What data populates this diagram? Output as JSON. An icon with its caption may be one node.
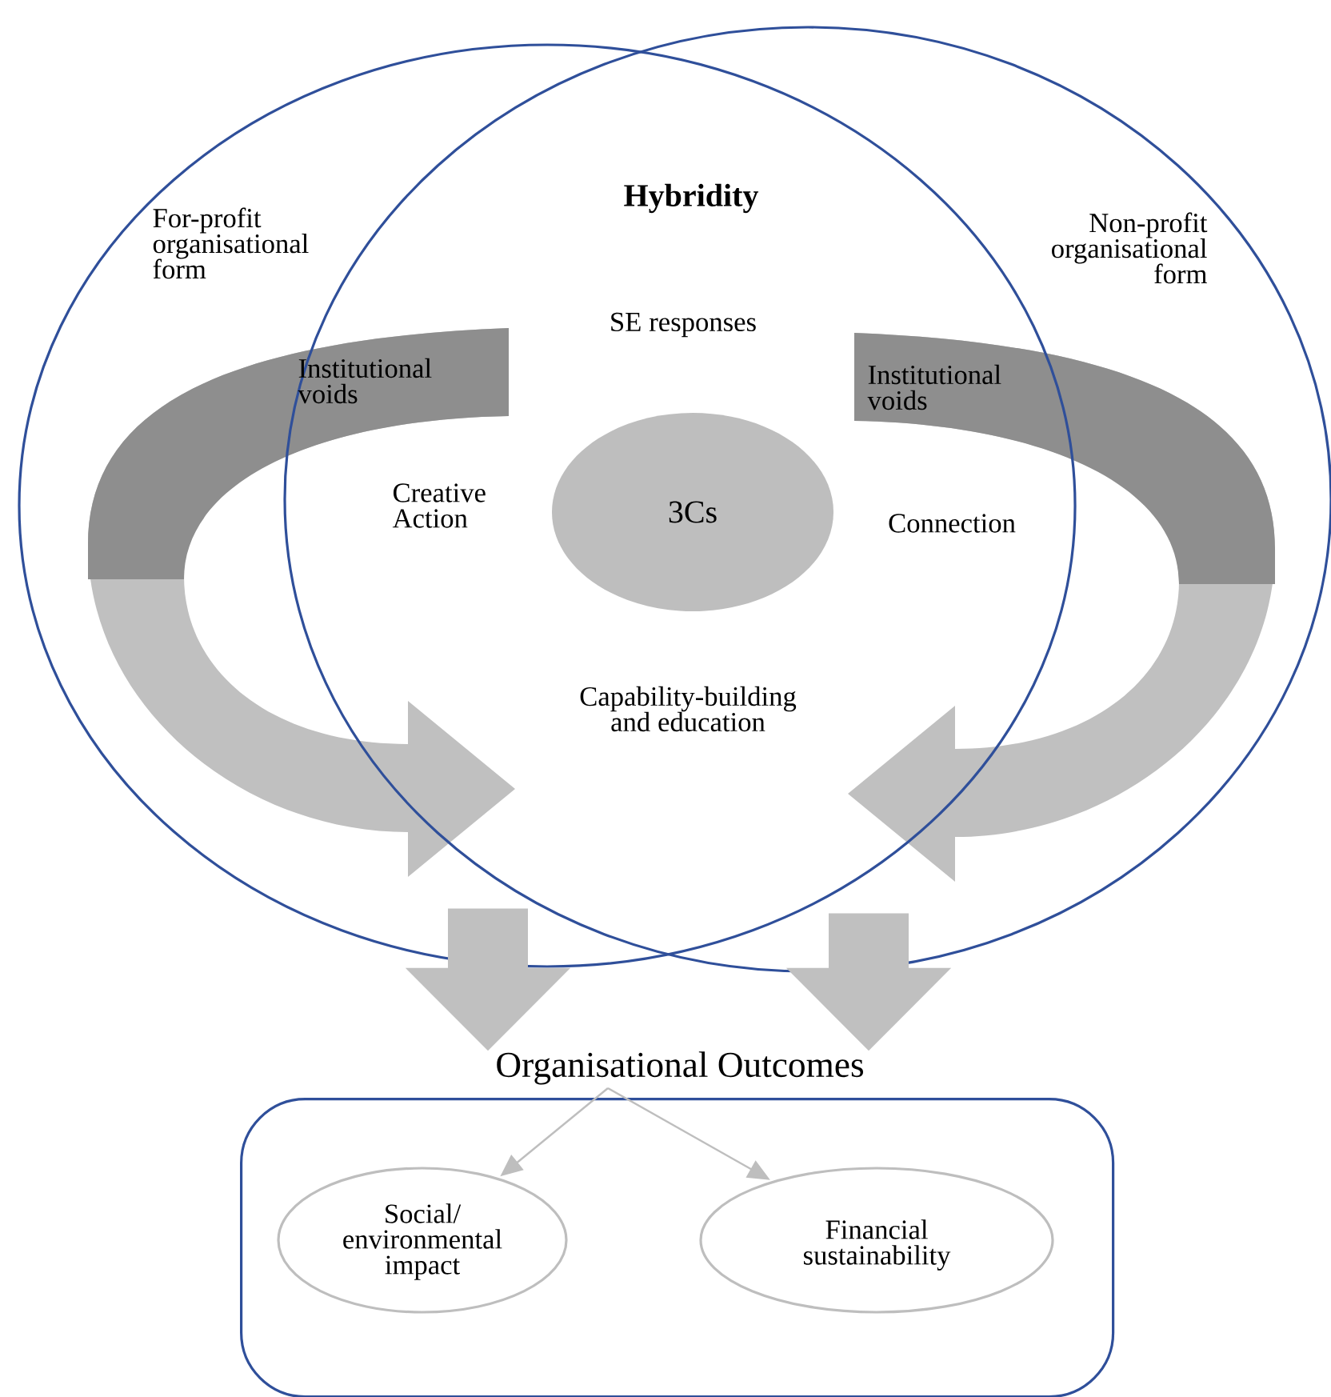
{
  "diagram": {
    "nodes": [
      {
        "text": [
          "For-profit organisational form"
        ]
      },
      {
        "text": [
          "Non-profit organisational form"
        ]
      },
      {
        "text": [
          "3Cs"
        ]
      },
      {
        "text": [
          "Organisational Outcomes"
        ]
      },
      {
        "text": [
          "Social/ environmental impact"
        ],
        "in": 3
      },
      {
        "text": [
          "Financial sustainability"
        ],
        "in": 3
      }
    ],
    "edges": [
      {
        "from": 0,
        "to": 3,
        "arrow": "to",
        "style": "thick"
      },
      {
        "from": 1,
        "to": 3,
        "arrow": "to",
        "style": "thick"
      },
      {
        "from": 3,
        "to": 4,
        "arrow": "to"
      },
      {
        "from": 3,
        "to": 5,
        "arrow": "to"
      }
    ],
    "labels": [
      "Hybridity",
      "SE responses",
      "Institutional voids",
      "Institutional voids",
      "Creative Action",
      "Connection",
      "Capability-building and education"
    ]
  }
}
